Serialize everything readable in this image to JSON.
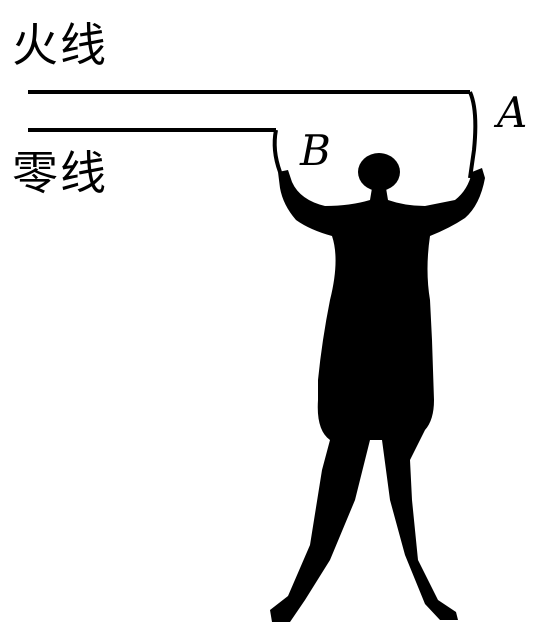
{
  "labels": {
    "live_wire": "火线",
    "neutral_wire": "零线",
    "point_a": "A",
    "point_b": "B"
  },
  "colors": {
    "ink": "#000000",
    "background": "#ffffff"
  }
}
